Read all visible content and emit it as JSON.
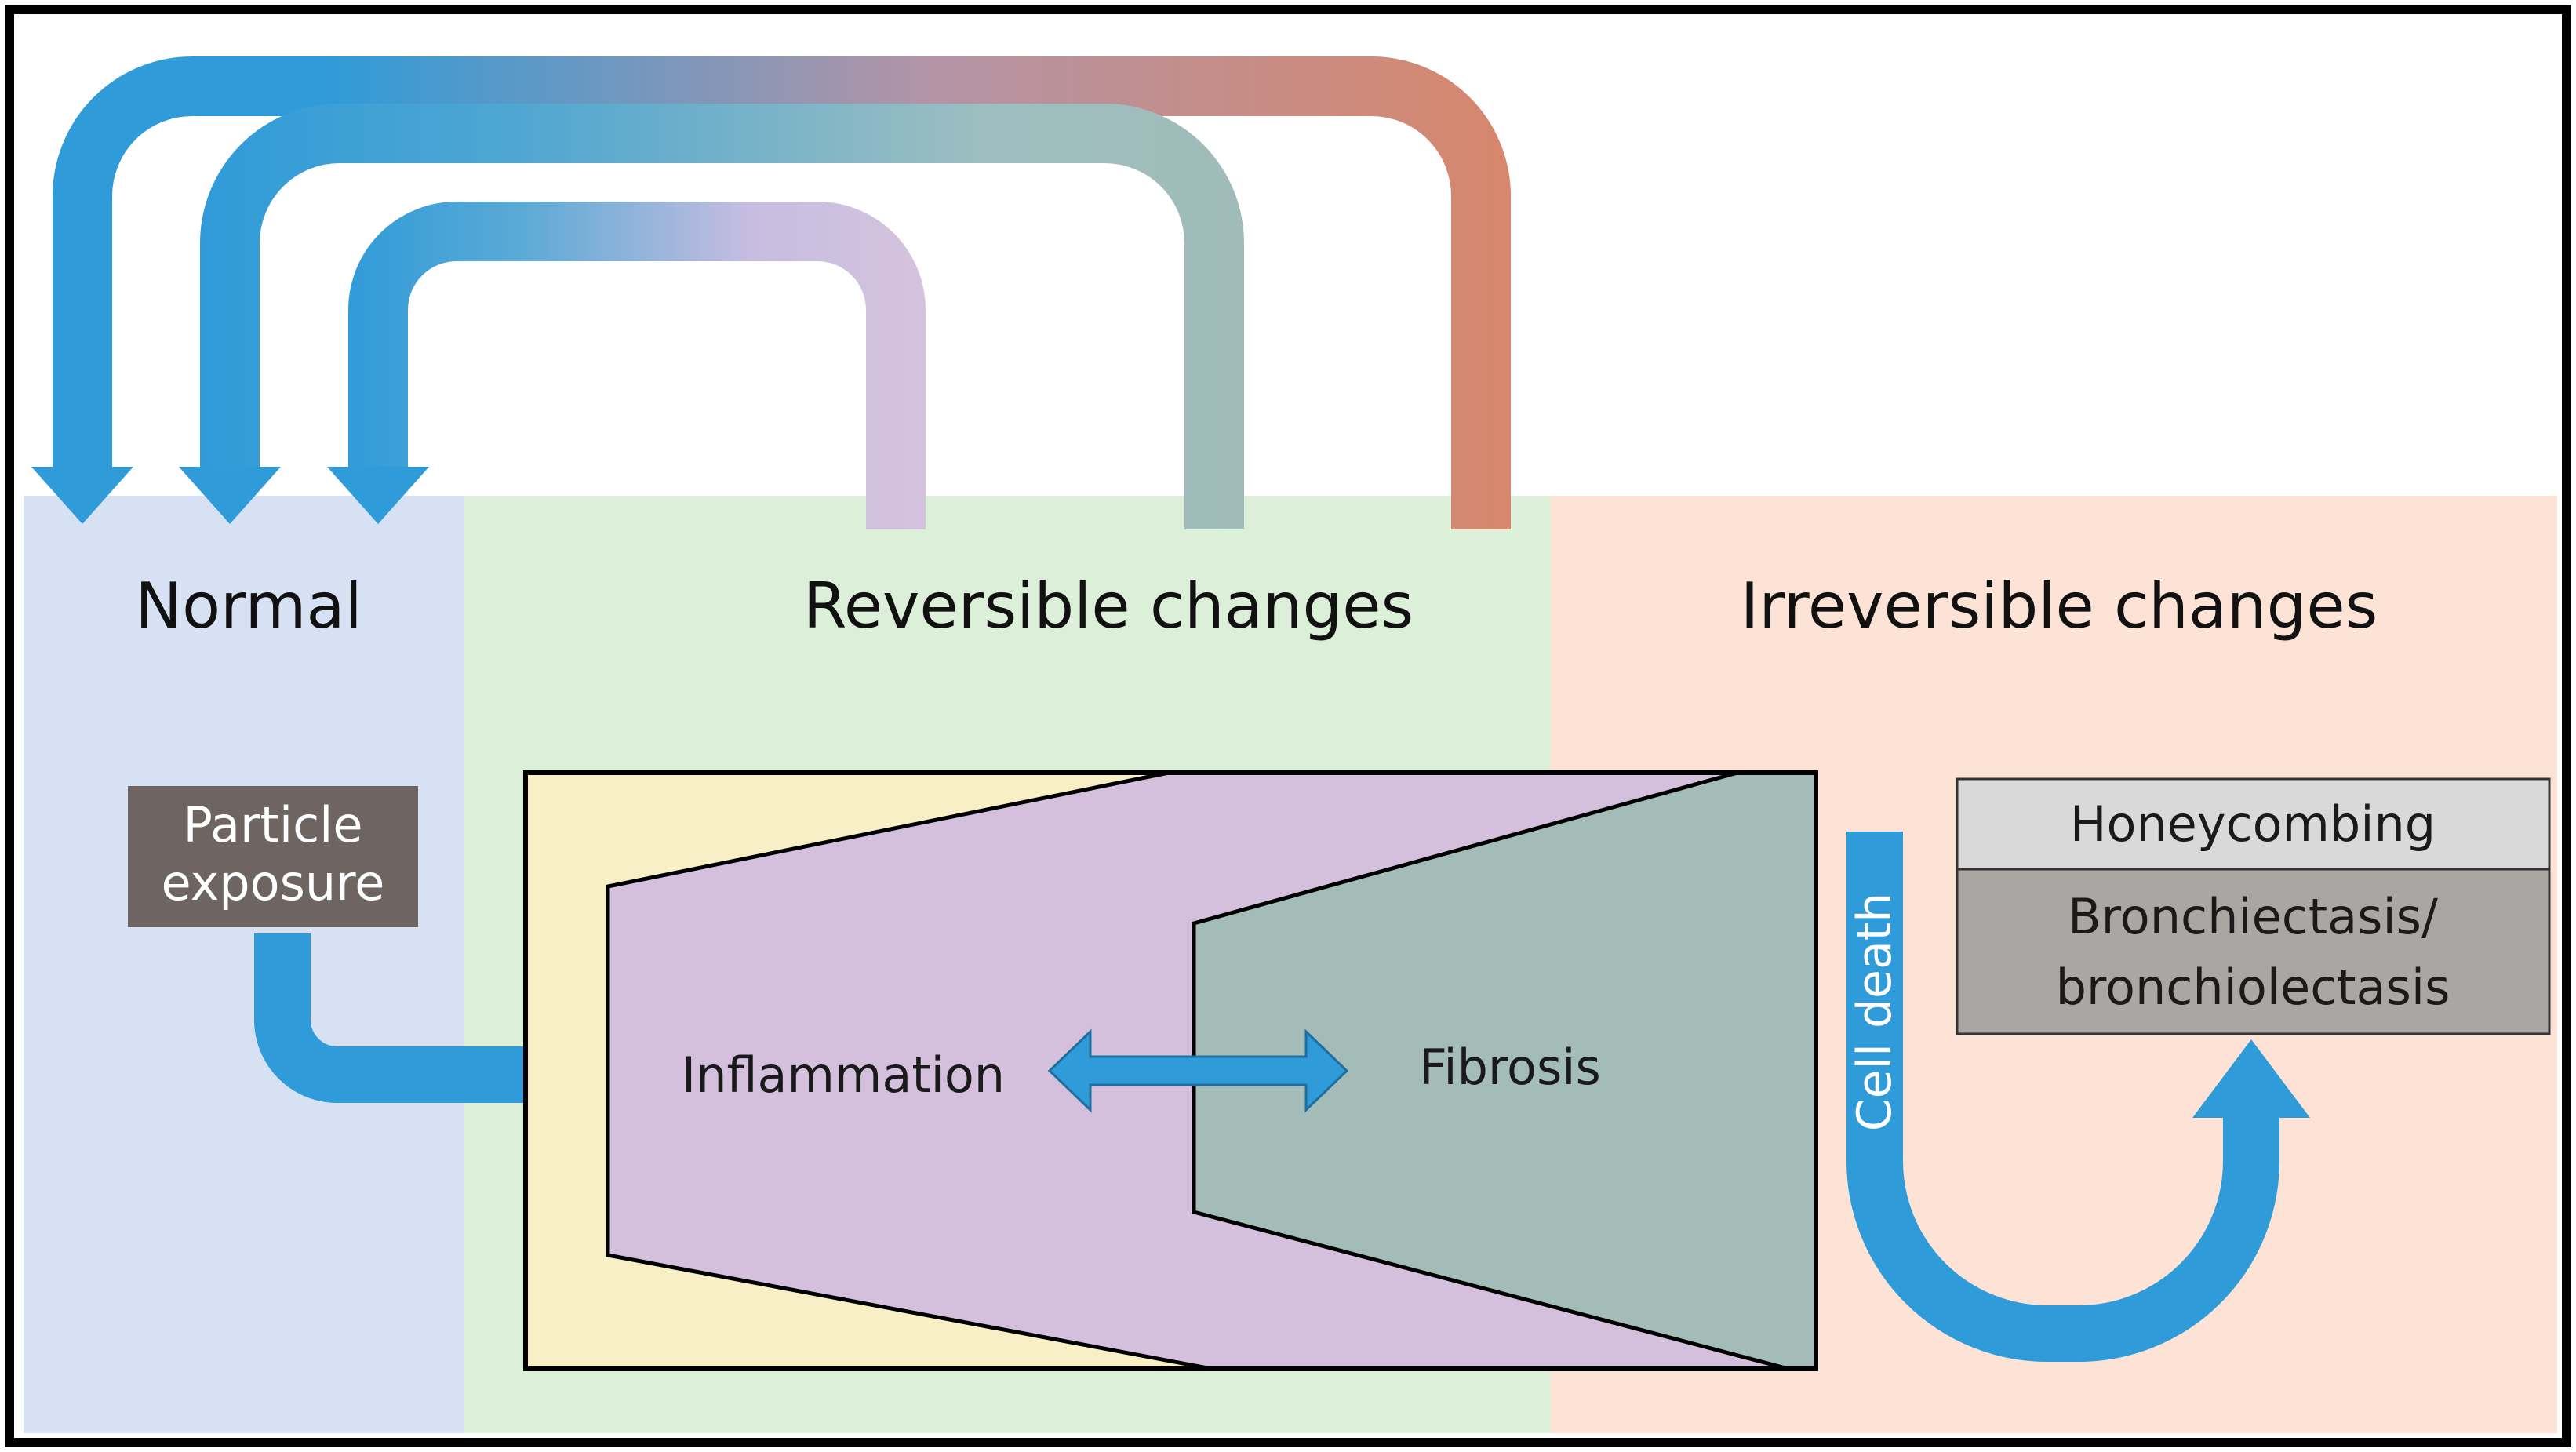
{
  "zones": {
    "normal": "Normal",
    "reversible": "Reversible changes",
    "irreversible": "Irreversible changes"
  },
  "particle_exposure": {
    "line1": "Particle",
    "line2": "exposure"
  },
  "processes": {
    "inflammation": "Inflammation",
    "fibrosis": "Fibrosis"
  },
  "outcomes": {
    "honeycombing": "Honeycombing",
    "bronchiectasis_line1": "Bronchiectasis/",
    "bronchiectasis_line2": "bronchiolectasis"
  },
  "cell_death": "Cell death",
  "colors": {
    "arrow_blue": "#2f9bd8",
    "normal_bg": "#d6e2f3",
    "reversible_bg": "#dcefd8",
    "irreversible_bg": "#fce3d6",
    "inflammation_fill": "#d4c0dd",
    "fibrosis_fill": "#a3bcb8",
    "early_fill": "#f9efc6",
    "particle_box": "#6e6461",
    "honeycombing_box": "#d9d9d9",
    "bronchiectasis_box": "#aaa6a4",
    "return_arrow_inflammation": "#d5c3de",
    "return_arrow_fibrosis": "#a1bcb8",
    "return_arrow_irreversible": "#d6876d"
  },
  "icons": {
    "return_arrows": "curved-return-arrow-icon",
    "exposure_arrow": "bent-arrow-icon",
    "bidirectional": "double-headed-arrow-icon",
    "cell_death_arrow": "u-turn-arrow-icon"
  }
}
